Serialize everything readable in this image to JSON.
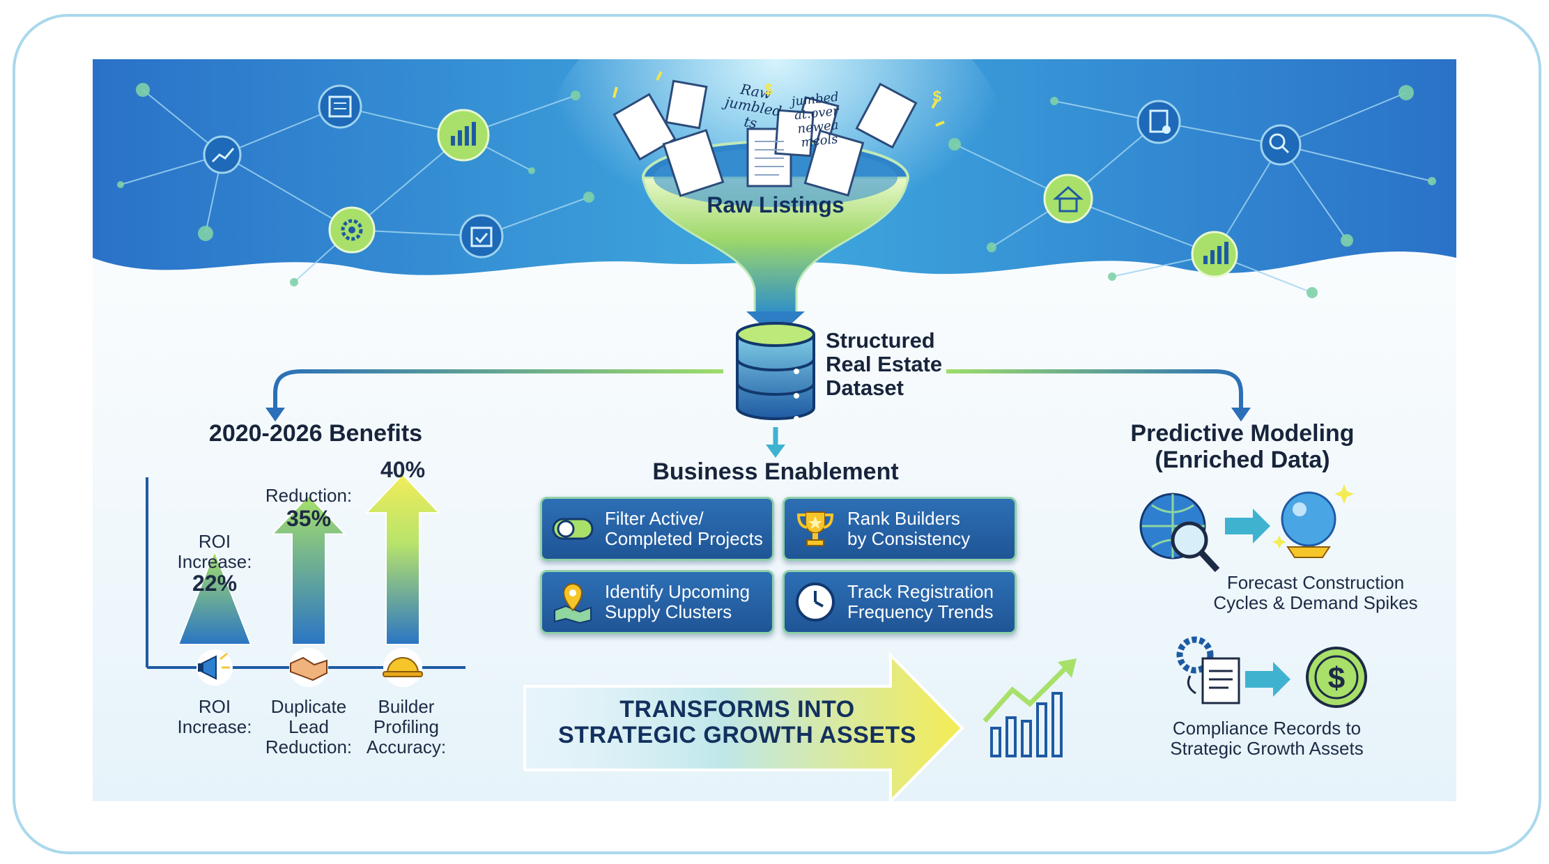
{
  "funnel": {
    "label": "Raw Listings",
    "scraps": [
      "Raw",
      "jumbled",
      "ts",
      "jumbed",
      "at.over",
      "newea",
      "mcols",
      "$",
      "$"
    ]
  },
  "dataset": {
    "label_lines": [
      "Structured",
      "Real Estate",
      "Dataset"
    ]
  },
  "benefits": {
    "title": "2020-2026 Benefits",
    "metrics": [
      {
        "top_label": "ROI\nIncrease:",
        "value": "22%",
        "axis_label": "ROI\nIncrease:",
        "icon": "megaphone-icon",
        "percent": 22
      },
      {
        "top_label": "Reduction:",
        "value": "35%",
        "axis_label": "Duplicate\nLead\nReduction:",
        "icon": "handshake-icon",
        "percent": 35
      },
      {
        "top_label": "",
        "value": "40%",
        "axis_label": "Builder\nProfiling\nAccuracy:",
        "icon": "hardhat-icon",
        "percent": 40
      }
    ]
  },
  "business": {
    "title": "Business Enablement",
    "cards": [
      {
        "label": "Filter Active/\nCompleted Projects",
        "icon": "toggle-icon"
      },
      {
        "label": "Rank Builders\nby Consistency",
        "icon": "trophy-icon"
      },
      {
        "label": "Identify Upcoming\nSupply Clusters",
        "icon": "map-pin-icon"
      },
      {
        "label": "Track Registration\nFrequency Trends",
        "icon": "clock-icon"
      }
    ],
    "banner": "TRANSFORMS INTO\nSTRATEGIC GROWTH ASSETS"
  },
  "predictive": {
    "title": "Predictive Modeling\n(Enriched Data)",
    "items": [
      {
        "caption": "Forecast Construction\nCycles & Demand Spikes",
        "from_icon": "globe-search-icon",
        "to_icon": "crystal-ball-icon"
      },
      {
        "caption": "Compliance Records to\nStrategic Growth Assets",
        "from_icon": "gear-document-icon",
        "to_icon": "dollar-coin-icon"
      }
    ]
  },
  "colors": {
    "banner_blue": "#2f7fd0",
    "accent_green": "#a8e06a",
    "arrow_blue": "#2a6fb8",
    "card_blue": "#1f5596",
    "text_dark": "#17243b"
  }
}
